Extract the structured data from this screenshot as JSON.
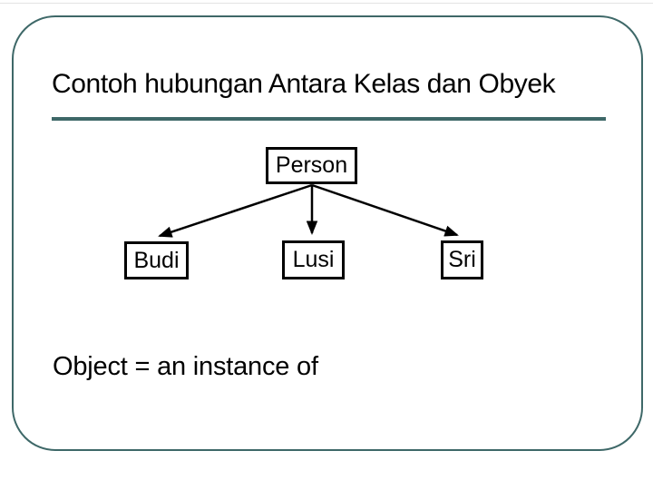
{
  "slide": {
    "title": "Contoh hubungan Antara Kelas dan Obyek",
    "caption": "Object = an instance of",
    "colors": {
      "background": "#ffffff",
      "frame_border": "#3e6868",
      "divider": "#3e6868",
      "diagram_ink": "#000000"
    }
  },
  "diagram": {
    "class_node": {
      "label": "Person"
    },
    "object_nodes": [
      {
        "label": "Budi"
      },
      {
        "label": "Lusi"
      },
      {
        "label": "Sri"
      }
    ]
  }
}
